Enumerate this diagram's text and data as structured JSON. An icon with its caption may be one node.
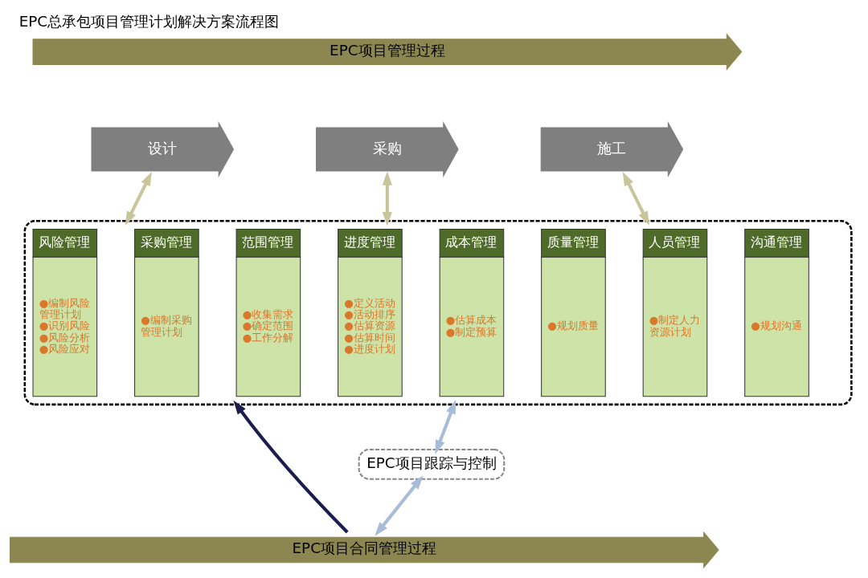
{
  "diagram": {
    "title": "EPC总承包项目管理计划解决方案流程图",
    "nodes": [
      {
        "text": [
          "EPC项目管理过程"
        ]
      },
      {
        "text": [
          "设计"
        ]
      },
      {
        "text": [
          "采购"
        ]
      },
      {
        "text": [
          "施工"
        ]
      },
      {
        "text": [],
        "shape": "box"
      },
      {
        "text": [
          "风险管理",
          "●编制风险管理计划",
          "●识别风险",
          "●风险分析",
          "●风险应对"
        ],
        "in": 4
      },
      {
        "text": [
          "采购管理",
          "●编制采购管理计划"
        ],
        "in": 4
      },
      {
        "text": [
          "范围管理",
          "●收集需求",
          "●确定范围",
          "●工作分解"
        ],
        "in": 4
      },
      {
        "text": [
          "进度管理",
          "●定义活动",
          "●活动排序",
          "●估算资源",
          "●估算时间",
          "●进度计划"
        ],
        "in": 4
      },
      {
        "text": [
          "成本管理",
          "●估算成本",
          "●制定预算"
        ],
        "in": 4
      },
      {
        "text": [
          "质量管理",
          "●规划质量"
        ],
        "in": 4
      },
      {
        "text": [
          "人员管理",
          "●制定人力资源计划"
        ],
        "in": 4
      },
      {
        "text": [
          "沟通管理",
          "●规划沟通"
        ],
        "in": 4
      },
      {
        "text": [
          "EPC项目跟踪与控制"
        ]
      },
      {
        "text": [
          "EPC项目合同管理过程"
        ]
      }
    ],
    "edges": [
      {
        "from": 1,
        "to": 4,
        "arrow": "both"
      },
      {
        "from": 2,
        "to": 4,
        "arrow": "both"
      },
      {
        "from": 3,
        "to": 4,
        "arrow": "both"
      },
      {
        "from": 4,
        "to": 13,
        "arrow": "both",
        "color": "#a8bcd8"
      },
      {
        "from": 13,
        "to": 14,
        "arrow": "both",
        "color": "#a8bcd8"
      },
      {
        "from": 14,
        "to": 4,
        "arrow": "to",
        "color": "#1c1c4e"
      }
    ]
  }
}
